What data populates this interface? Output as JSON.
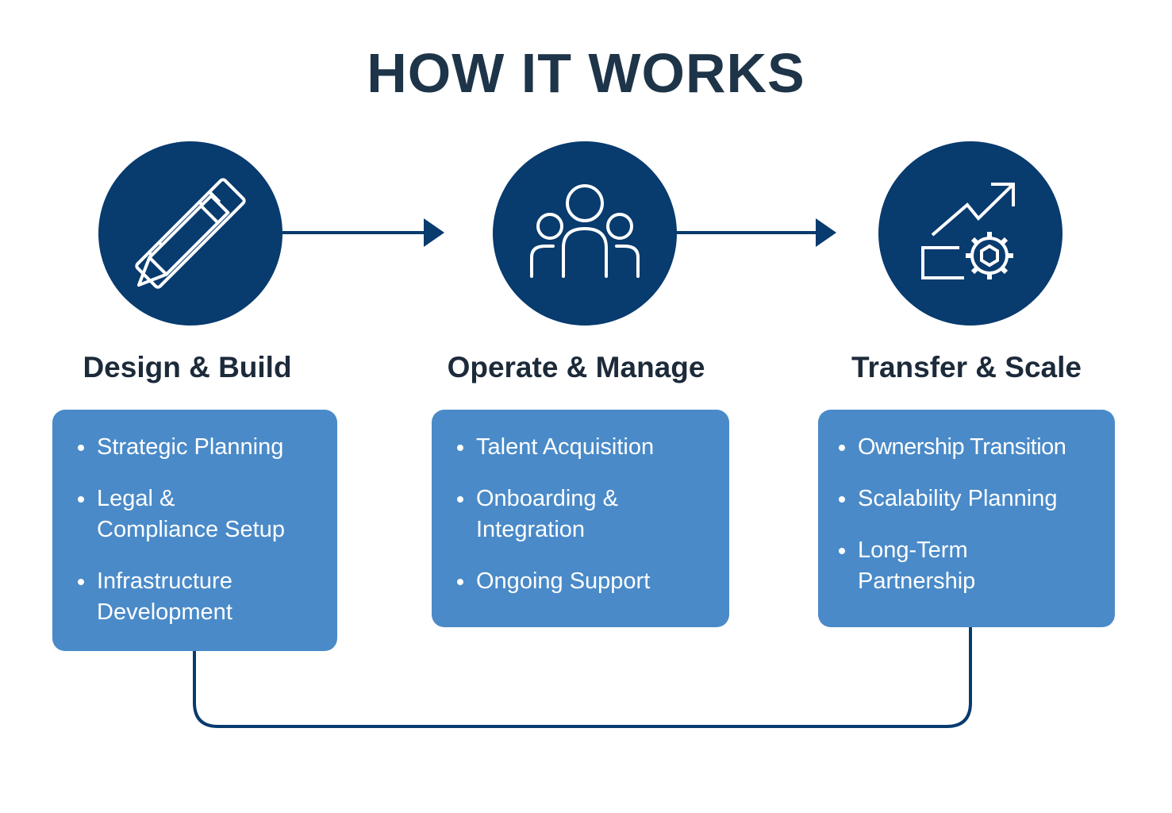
{
  "header": {
    "title": "HOW IT WORKS"
  },
  "colors": {
    "title": "#1e3448",
    "circle": "#083b6e",
    "card": "#4a8ac8",
    "connector": "#083b6e",
    "card_text": "#ffffff"
  },
  "steps": [
    {
      "icon": "ruler-pencil-icon",
      "title": "Design & Build",
      "items": [
        "Strategic Planning",
        "Legal & Compliance Setup",
        "Infrastructure Development"
      ]
    },
    {
      "icon": "team-people-icon",
      "title": "Operate & Manage",
      "items": [
        "Talent Acquisition",
        "Onboarding & Integration",
        "Ongoing Support"
      ]
    },
    {
      "icon": "growth-gear-icon",
      "title": "Transfer & Scale",
      "items": [
        "Ownership Transition",
        "Scalability Planning",
        "Long-Term Partnership"
      ]
    }
  ]
}
